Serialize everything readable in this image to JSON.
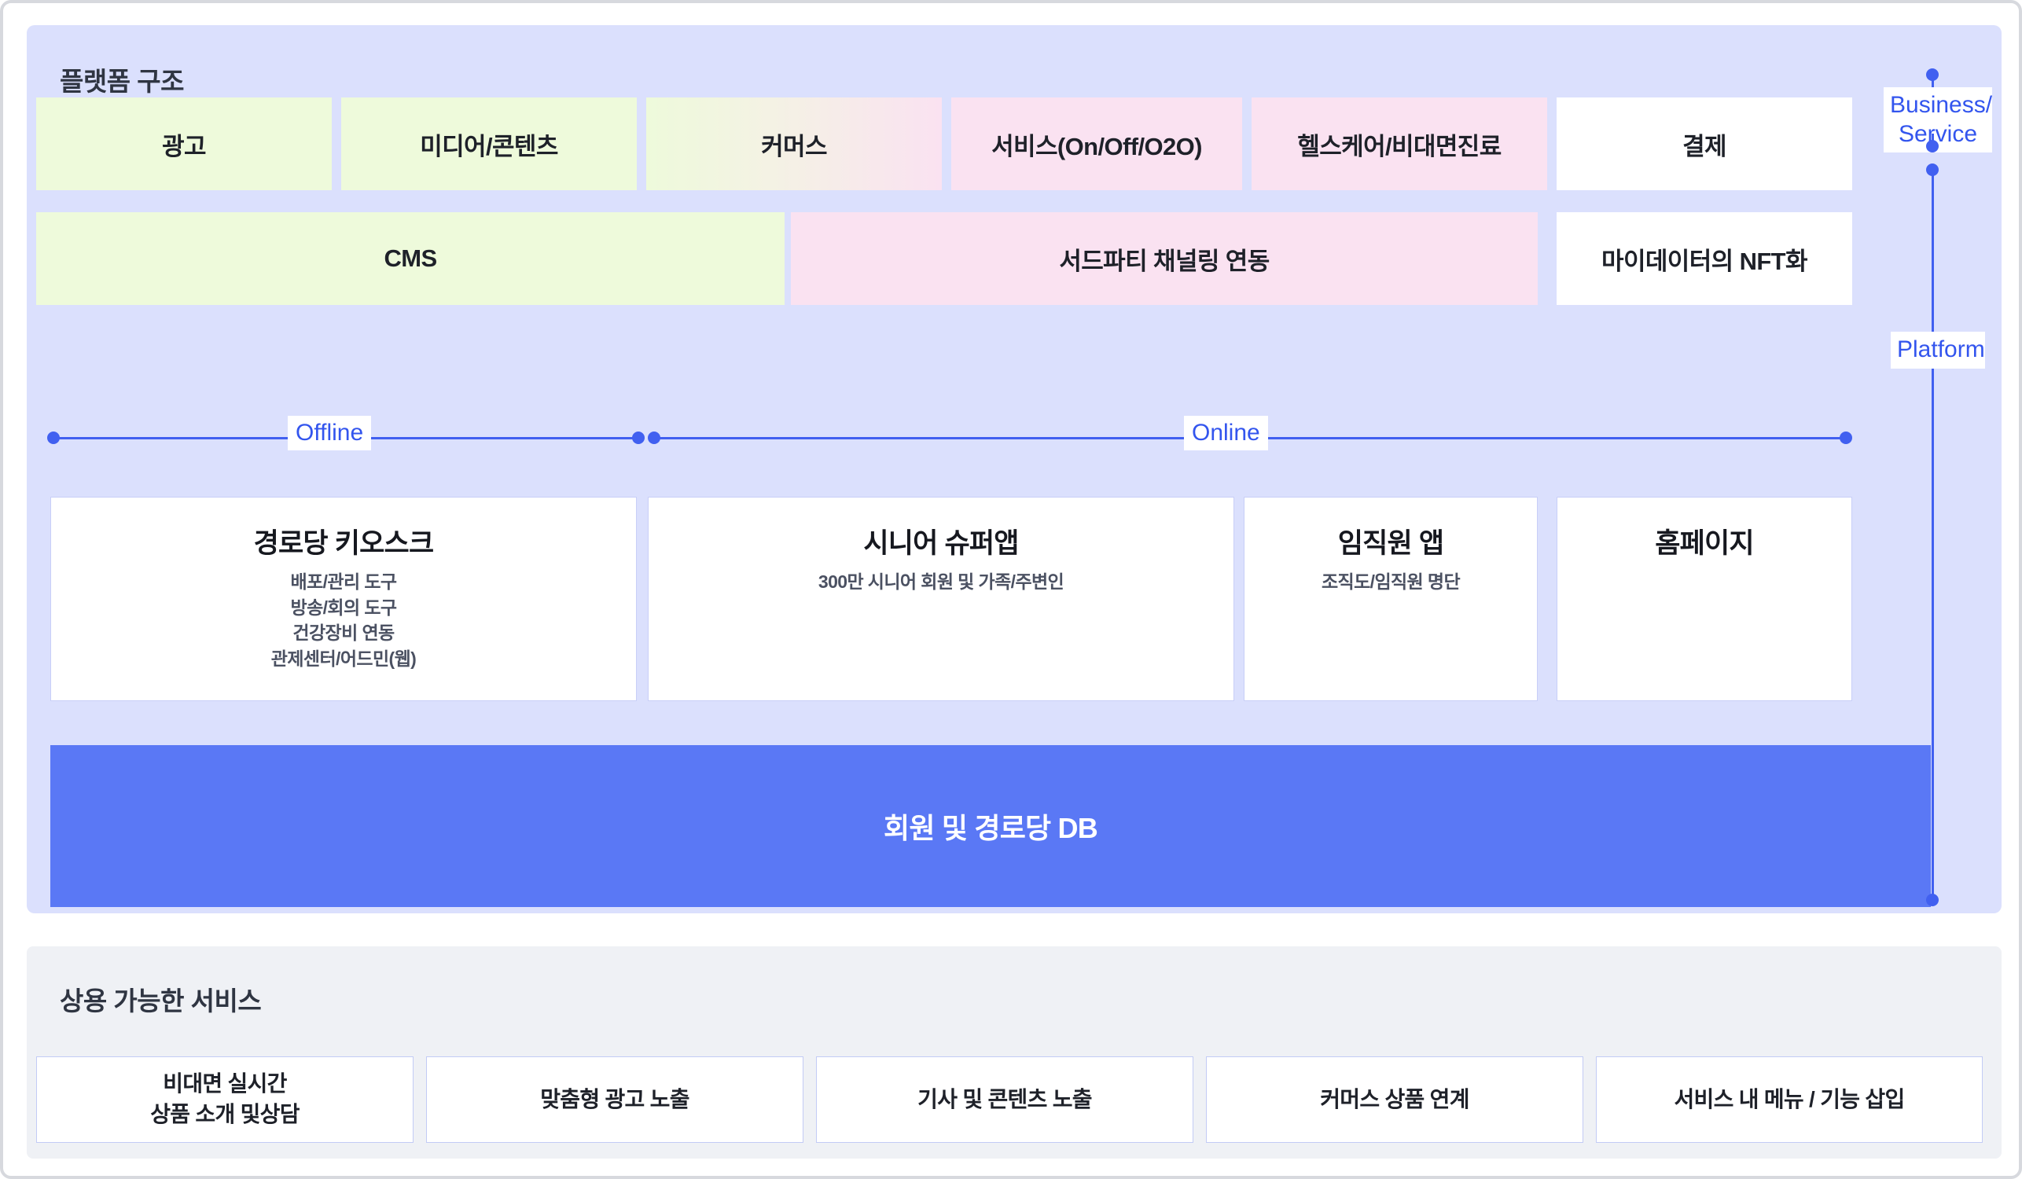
{
  "platform_section": {
    "title": "플랫폼 구조",
    "business_row": [
      {
        "label": "광고",
        "style": "green"
      },
      {
        "label": "미디어/콘텐츠",
        "style": "green"
      },
      {
        "label": "커머스",
        "style": "grad"
      },
      {
        "label": "서비스(On/Off/O2O)",
        "style": "pink"
      },
      {
        "label": "헬스케어/비대면진료",
        "style": "pink"
      },
      {
        "label": "결제",
        "style": "white"
      }
    ],
    "channel_row": [
      {
        "label": "CMS",
        "style": "green"
      },
      {
        "label": "서드파티 채널링 연동",
        "style": "pink"
      },
      {
        "label": "마이데이터의 NFT화",
        "style": "white"
      }
    ],
    "divider": {
      "offline_label": "Offline",
      "online_label": "Online"
    },
    "platform_row": [
      {
        "title": "경로당 키오스크",
        "details": [
          "배포/관리 도구",
          "방송/회의 도구",
          "건강장비 연동",
          "관제센터/어드민(웹)"
        ]
      },
      {
        "title": "시니어 슈퍼앱",
        "details": [
          "300만 시니어 회원 및 가족/주변인"
        ]
      },
      {
        "title": "임직원 앱",
        "details": [
          "조직도/임직원 명단"
        ]
      },
      {
        "title": "홈페이지",
        "details": []
      }
    ],
    "database_bar": "회원 및 경로당 DB",
    "side_labels": {
      "business": "Business/\nService",
      "business_line1": "Business/",
      "business_line2": "Service",
      "platform": "Platform"
    }
  },
  "commercial_section": {
    "title": "상용 가능한 서비스",
    "services": [
      {
        "line1": "비대면 실시간",
        "line2": "상품 소개 및상담"
      },
      {
        "line1": "맞춤형 광고 노출",
        "line2": ""
      },
      {
        "line1": "기사 및 콘텐츠 노출",
        "line2": ""
      },
      {
        "line1": "커머스 상품 연계",
        "line2": ""
      },
      {
        "line1": "서비스 내 메뉴 / 기능 삽입",
        "line2": ""
      }
    ]
  },
  "colors": {
    "panel_bg": "#dbe0fd",
    "green": "#eefadb",
    "pink": "#fae2f1",
    "accent_blue": "#4160f0",
    "db_bar": "#5a78f5",
    "commercial_bg": "#eff1f5"
  }
}
